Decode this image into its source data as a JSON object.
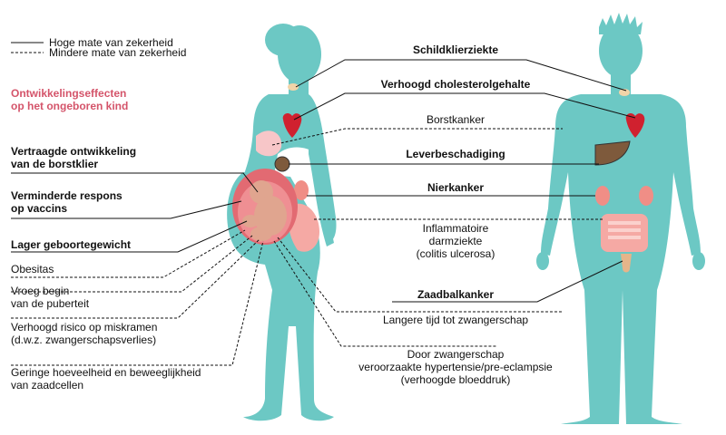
{
  "legend": {
    "solid": "Hoge mate van zekerheid",
    "dashed": "Mindere mate van zekerheid"
  },
  "colors": {
    "body": "#6cc8c4",
    "heart": "#d0212f",
    "liver": "#7e5a3c",
    "kidney": "#f08e86",
    "intestine": "#f5a9a4",
    "uterus": "#e26a72",
    "fetus": "#e0a58f",
    "breast": "#f7c6c8",
    "thyroid": "#f2d4a8",
    "accent": "#d4546a"
  },
  "left": {
    "section_title": [
      "Ontwikkelingseffecten",
      "op het ongeboren kind"
    ],
    "breast_dev": [
      "Vertraagde ontwikkeling",
      "van de borstklier"
    ],
    "vaccine": [
      "Verminderde respons",
      "op vaccins"
    ],
    "birthweight": "Lager geboortegewicht",
    "obesity": "Obesitas",
    "puberty": [
      "Vroeg begin",
      "van de puberteit"
    ],
    "miscarriage": [
      "Verhoogd risico op miskramen",
      "(d.w.z. zwangerschapsverlies)"
    ],
    "sperm": [
      "Geringe hoeveelheid en beweeglijkheid",
      "van zaadcellen"
    ]
  },
  "center": {
    "thyroid": "Schildklierziekte",
    "cholesterol": "Verhoogd cholesterolgehalte",
    "breast_cancer": "Borstkanker",
    "liver": "Leverbeschadiging",
    "kidney": "Nierkanker",
    "colitis": [
      "Inflammatoire",
      "darmziekte",
      "(colitis ulcerosa)"
    ],
    "testicular": "Zaadbalkanker",
    "pregnancy": "Langere tijd tot zwangerschap",
    "hypertension": [
      "Door zwangerschap",
      "veroorzaakte hypertensie/pre-eclampsie",
      "(verhoogde bloeddruk)"
    ]
  }
}
